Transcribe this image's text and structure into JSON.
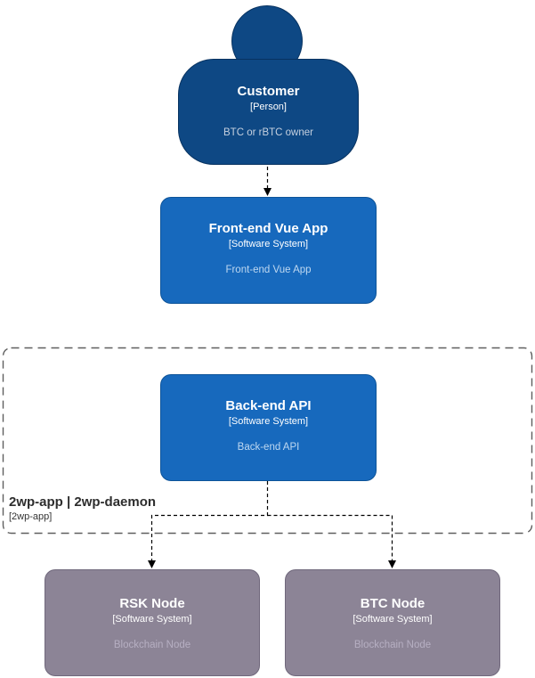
{
  "diagram": {
    "kind": "C4 system context diagram",
    "colors": {
      "person_fill": "#0e4884",
      "software_system_fill": "#1769bd",
      "external_node_fill": "#8c8496",
      "boundary_border": "#5f5f5f",
      "connector": "#000000",
      "background": "#ffffff"
    },
    "nodes": {
      "customer": {
        "title": "Customer",
        "type": "[Person]",
        "description": "BTC or rBTC owner"
      },
      "frontend": {
        "title": "Front-end Vue App",
        "type": "[Software System]",
        "description": "Front-end Vue App"
      },
      "backend": {
        "title": "Back-end API",
        "type": "[Software System]",
        "description": "Back-end API"
      },
      "rsk_node": {
        "title": "RSK Node",
        "type": "[Software System]",
        "description": "Blockchain Node"
      },
      "btc_node": {
        "title": "BTC Node",
        "type": "[Software System]",
        "description": "Blockchain Node"
      }
    },
    "boundary": {
      "title": "2wp-app | 2wp-daemon",
      "type": "[2wp-app]"
    },
    "edges": [
      {
        "from": "customer",
        "to": "frontend",
        "style": "dashed-arrow"
      },
      {
        "from": "backend",
        "to": "rsk_node",
        "style": "dashed-arrow"
      },
      {
        "from": "backend",
        "to": "btc_node",
        "style": "dashed-arrow"
      }
    ]
  }
}
